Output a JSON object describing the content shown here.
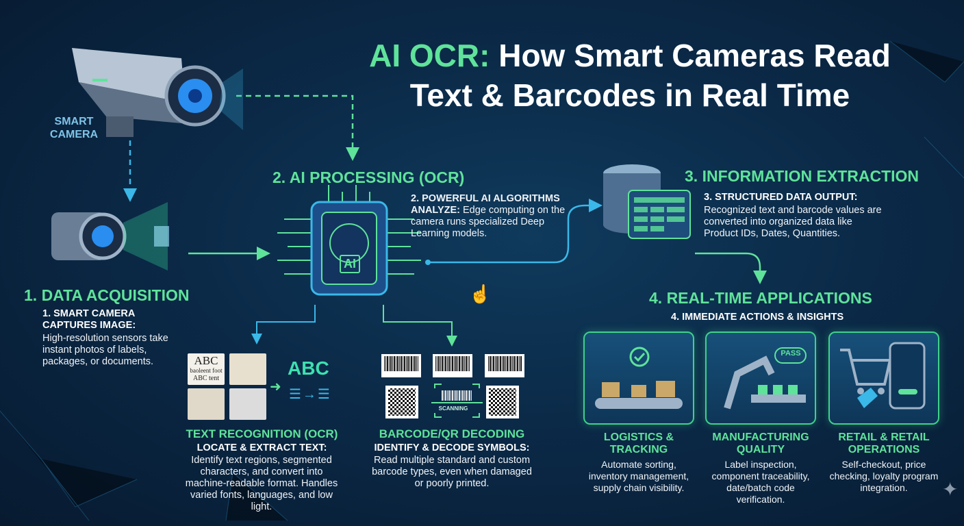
{
  "title": {
    "accent": "AI OCR:",
    "rest_line1": "How Smart Cameras Read",
    "line2": "Text & Barcodes in Real Time"
  },
  "camera_label": "SMART CAMERA",
  "step1": {
    "heading": "1. DATA ACQUISITION",
    "subheading": "1. SMART CAMERA CAPTURES IMAGE:",
    "body": "High-resolution sensors take instant photos of labels, packages, or documents."
  },
  "step2": {
    "heading": "2. AI PROCESSING (OCR)",
    "subheading": "2. POWERFUL AI ALGORITHMS ANALYZE:",
    "body": "Edge computing on the camera runs specialized Deep Learning models.",
    "chip_label": "AI"
  },
  "text_recognition": {
    "heading": "TEXT RECOGNITION (OCR)",
    "subheading": "LOCATE & EXTRACT TEXT:",
    "body": "Identify text regions, segmented characters, and convert into machine-readable format. Handles varied fonts, languages, and low light.",
    "sample_tiles": [
      "ABC",
      "baoleent foot",
      "ABC tent"
    ],
    "output_label": "ABC"
  },
  "barcode": {
    "heading": "BARCODE/QR DECODING",
    "subheading": "IDENTIFY & DECODE SYMBOLS:",
    "body": "Read multiple standard and custom barcode types, even when damaged or poorly printed.",
    "scanning_label": "SCANNING"
  },
  "step3": {
    "heading": "3. INFORMATION EXTRACTION",
    "subheading": "3. STRUCTURED DATA OUTPUT:",
    "body": "Recognized text and barcode values are converted into organized data like Product IDs, Dates, Quantities."
  },
  "step4": {
    "heading": "4. REAL-TIME APPLICATIONS",
    "subheading": "4. IMMEDIATE ACTIONS & INSIGHTS",
    "cards": [
      {
        "title": "LOGISTICS & TRACKING",
        "body": "Automate sorting, inventory management, supply chain visibility.",
        "icon": "conveyor-icon"
      },
      {
        "title": "MANUFACTURING QUALITY",
        "body": "Label inspection, component traceability, date/batch code verification.",
        "icon": "robot-arm-icon",
        "badge": "PASS"
      },
      {
        "title": "RETAIL & RETAIL OPERATIONS",
        "body": "Self-checkout, price checking, loyalty program integration.",
        "icon": "shopping-cart-icon"
      }
    ]
  },
  "colors": {
    "accent_green": "#5fe39a",
    "background": "#0b2a48",
    "cyan": "#3ab8e8"
  }
}
